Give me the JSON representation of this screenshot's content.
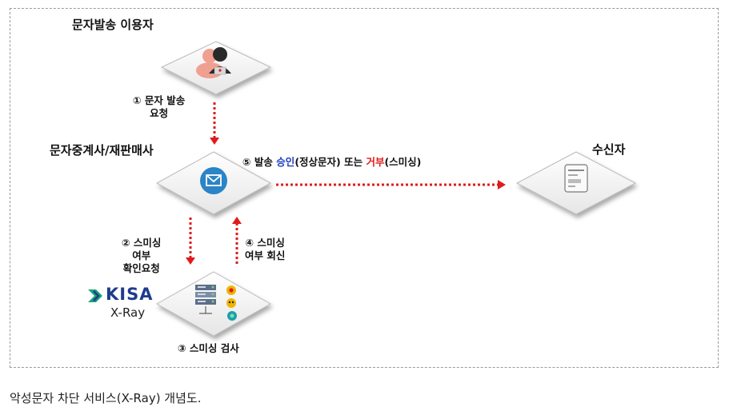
{
  "nodes": {
    "user": "문자발송 이용자",
    "relay": "문자중계사/재판매사",
    "receiver": "수신자",
    "kisa_logo": "KISA",
    "xray": "X-Ray"
  },
  "steps": {
    "s1_line1": "① 문자 발송",
    "s1_line2": "요청",
    "s2_line1": "② 스미싱",
    "s2_line2": "여부",
    "s2_line3": "확인요청",
    "s3": "③ 스미싱 검사",
    "s4_line1": "④ 스미싱",
    "s4_line2": "여부 회신",
    "s5_prefix": "⑤ 발송 ",
    "s5_approve": "승인",
    "s5_mid": "(정상문자) 또는 ",
    "s5_reject": "거부",
    "s5_suffix": "(스미싱)"
  },
  "caption": "악성문자 차단 서비스(X-Ray) 개념도.",
  "colors": {
    "arrow": "#e01b1b",
    "approve": "#1f3fbf",
    "reject": "#e01b1b",
    "envelope": "#2a84c6"
  }
}
